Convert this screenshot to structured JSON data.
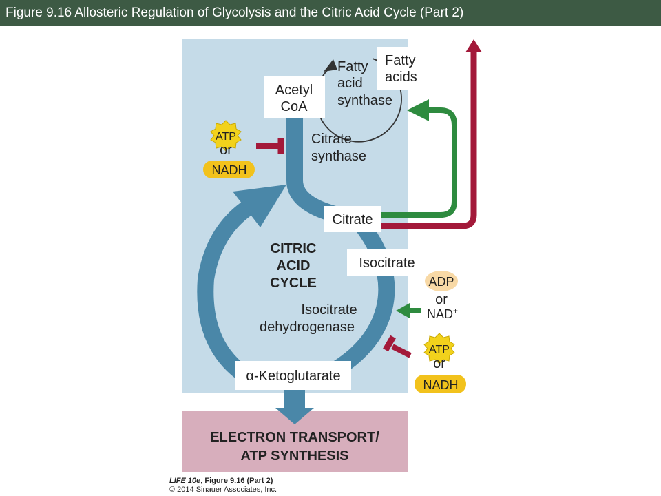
{
  "header": {
    "title": "Figure 9.16  Allosteric Regulation of Glycolysis and the Citric Acid Cycle (Part 2)"
  },
  "diagram": {
    "acetyl_coa": [
      "Acetyl",
      "CoA"
    ],
    "citrate_synthase": [
      "Citrate",
      "synthase"
    ],
    "fatty_acid_synthase": [
      "Fatty",
      "acid",
      "synthase"
    ],
    "fatty_acids": [
      "Fatty",
      "acids"
    ],
    "citrate": "Citrate",
    "isocitrate": "Isocitrate",
    "cycle_label": [
      "CITRIC",
      "ACID",
      "CYCLE"
    ],
    "isocitrate_dehydrogenase": [
      "Isocitrate",
      "dehydrogenase"
    ],
    "alpha": "α",
    "ketoglutarate": "-Ketoglutarate",
    "electron_transport": [
      "ELECTRON TRANSPORT/",
      "ATP SYNTHESIS"
    ],
    "inhibitor_top": {
      "atp": "ATP",
      "or": "or",
      "nadh": "NADH"
    },
    "activator": {
      "adp": "ADP",
      "or": "or",
      "nad": "NAD",
      "nad_sup": "+"
    },
    "inhibitor_bottom": {
      "atp": "ATP",
      "or": "or",
      "nadh": "NADH"
    }
  },
  "credit": {
    "book": "LIFE 10e",
    "figure": ", Figure 9.16 (Part 2)",
    "copyright": "© 2014 Sinauer Associates, Inc."
  },
  "colors": {
    "header": "#3d5a44",
    "panel": "#c5dbe8",
    "pathway": "#4a87a8",
    "inhibit": "#a3193a",
    "activate": "#2e8b3f",
    "atp_star": "#f2d21c",
    "nadh": "#f2c21c",
    "adp": "#f8d9a6",
    "transport": "#d7aebc"
  }
}
